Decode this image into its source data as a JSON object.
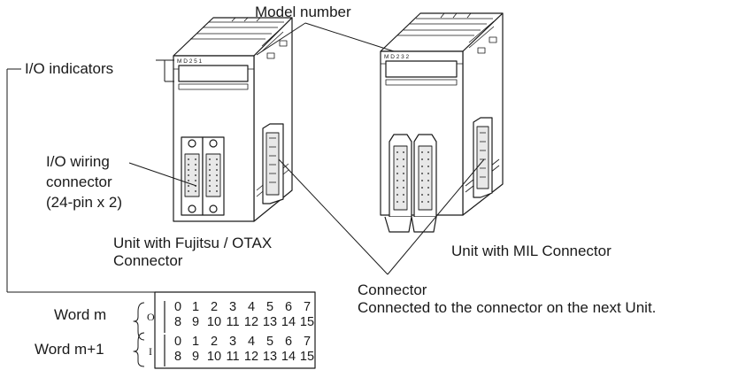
{
  "labels": {
    "model_number": "Model number",
    "io_indicators": "I/O indicators",
    "io_wiring_1": "I/O wiring",
    "io_wiring_2": "connector",
    "io_wiring_3": "(24-pin x 2)",
    "fujitsu_1": "Unit with Fujitsu / OTAX",
    "fujitsu_2": "Connector",
    "mil": "Unit with MIL Connector",
    "connector_1": "Connector",
    "connector_2": "Connected to the connector on the next Unit."
  },
  "unit_markings": {
    "left_model": "M D 2 5 1",
    "right_model": "M D 2 3 2"
  },
  "indicator_table": {
    "words": [
      {
        "label": "Word m",
        "symbol": "O",
        "row1": [
          "0",
          "1",
          "2",
          "3",
          "4",
          "5",
          "6",
          "7"
        ],
        "row2": [
          "8",
          "9",
          "10",
          "11",
          "12",
          "13",
          "14",
          "15"
        ]
      },
      {
        "label": "Word m+1",
        "symbol": "I",
        "row1": [
          "0",
          "1",
          "2",
          "3",
          "4",
          "5",
          "6",
          "7"
        ],
        "row2": [
          "8",
          "9",
          "10",
          "11",
          "12",
          "13",
          "14",
          "15"
        ]
      }
    ]
  },
  "colors": {
    "ink": "#1a1a1a",
    "fill": "#ffffff",
    "shade": "#e8e8e8"
  }
}
